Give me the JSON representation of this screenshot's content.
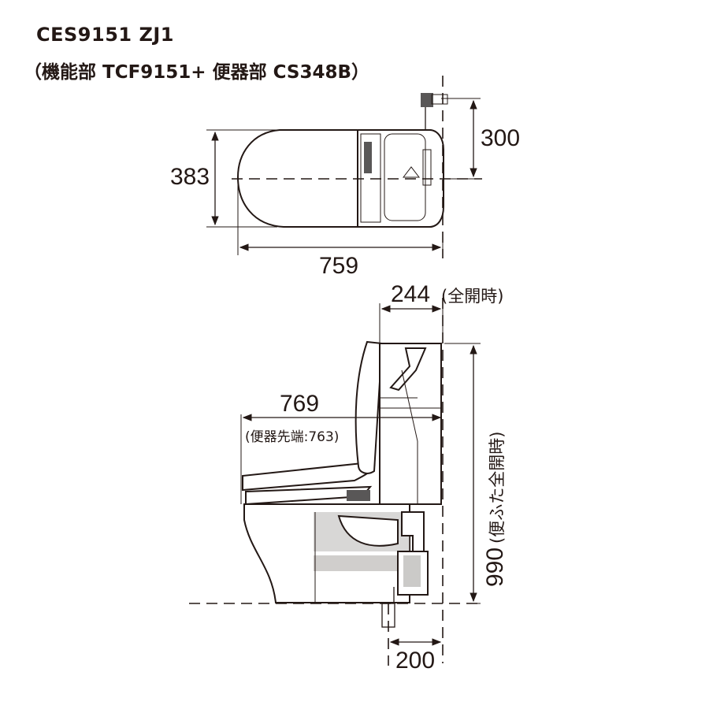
{
  "header": {
    "model": "CES9151 ZJ1",
    "parts": "（機能部 TCF9151+ 便器部 CS348B）"
  },
  "top_view": {
    "depth_label": "383",
    "length_label": "759",
    "offset_label": "300"
  },
  "side_view": {
    "lid_open_label": "244",
    "lid_open_note": "(全開時)",
    "length_label": "769",
    "tip_note": "(便器先端:763)",
    "height_label": "990",
    "height_note": "(便ふた全開時)",
    "drain_label": "200"
  },
  "colors": {
    "ink": "#231815",
    "shade": "#a9a6a3",
    "dark": "#595757"
  }
}
